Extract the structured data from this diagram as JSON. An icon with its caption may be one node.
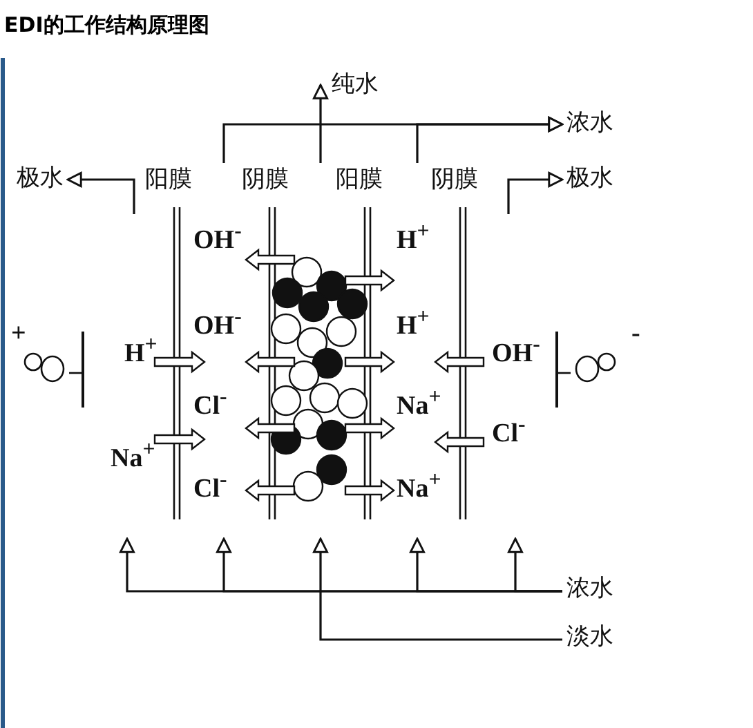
{
  "diagram": {
    "title": "EDI的工作结构原理图",
    "nodes": [
      {
        "text": [
          "纯水"
        ]
      },
      {
        "text": [
          "浓水"
        ]
      },
      {
        "text": [
          "极水"
        ]
      },
      {
        "text": [
          "极水"
        ]
      },
      {
        "text": [
          "浓水"
        ]
      },
      {
        "text": [
          "淡水"
        ]
      }
    ],
    "edges": [
      {
        "from": null,
        "to": 0,
        "arrow": "to"
      },
      {
        "from": null,
        "to": 1,
        "arrow": "to"
      },
      {
        "from": null,
        "to": 1,
        "arrow": "to"
      },
      {
        "from": null,
        "to": 2,
        "arrow": "to"
      },
      {
        "from": null,
        "to": 3,
        "arrow": "to"
      },
      {
        "from": 4,
        "to": null,
        "arrow": "to"
      },
      {
        "from": 4,
        "to": null,
        "arrow": "to"
      },
      {
        "from": 4,
        "to": null,
        "arrow": "to"
      },
      {
        "from": 4,
        "to": null,
        "arrow": "to"
      },
      {
        "from": 5,
        "to": null,
        "arrow": "to"
      }
    ],
    "labels": [
      "阳膜",
      "阴膜",
      "阳膜",
      "阴膜",
      "OH$^{-}$",
      "H$^{+}$",
      "OH$^{-}$",
      "H$^{+}$",
      "+",
      "H$^{+}$",
      "OH$^{-}$",
      "-",
      "Cl$^{-}$",
      "Na$^{+}$",
      "Cl$^{-}$",
      "Na$^{+}$",
      "Cl$^{-}$",
      "Na$^{+}$"
    ]
  }
}
